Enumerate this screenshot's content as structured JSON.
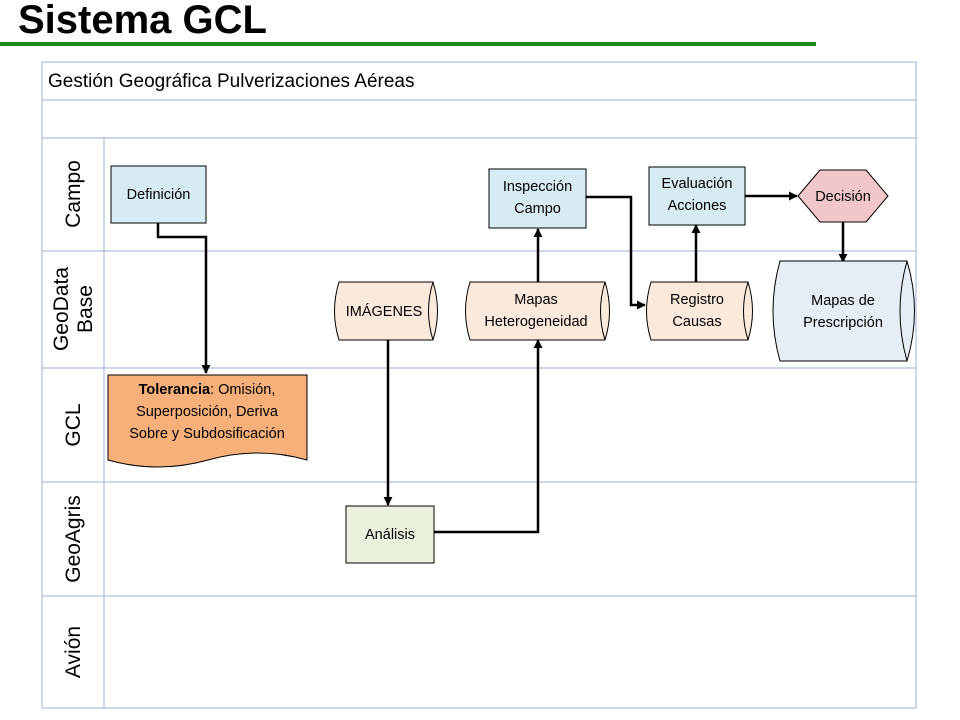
{
  "page": {
    "title": "Sistema GCL"
  },
  "diagram": {
    "header": "Gestión Geográfica Pulverizaciones Aéreas",
    "lanes": [
      {
        "id": "campo",
        "lines": [
          "Campo"
        ]
      },
      {
        "id": "geodata",
        "lines": [
          "GeoData",
          "Base"
        ]
      },
      {
        "id": "gcl",
        "lines": [
          "GCL"
        ]
      },
      {
        "id": "geoagris",
        "lines": [
          "GeoAgris"
        ]
      },
      {
        "id": "avion",
        "lines": [
          "Avión"
        ]
      }
    ],
    "nodes": {
      "definicion": {
        "lines": [
          "Definición"
        ]
      },
      "inspeccion": {
        "lines": [
          "Inspección",
          "Campo"
        ]
      },
      "evaluacion": {
        "lines": [
          "Evaluación",
          "Acciones"
        ]
      },
      "decision": {
        "lines": [
          "Decisión"
        ]
      },
      "imagenes": {
        "lines": [
          "IMÁGENES"
        ]
      },
      "mapas_heterogeneidad": {
        "lines": [
          "Mapas",
          "Heterogeneidad"
        ]
      },
      "registro_causas": {
        "lines": [
          "Registro",
          "Causas"
        ]
      },
      "mapas_prescripcion": {
        "lines": [
          "Mapas de",
          "Prescripción"
        ]
      },
      "tolerancia": {
        "bold": "Tolerancia",
        "rest": ": Omisión,",
        "lines": [
          "Superposición, Deriva",
          "Sobre y Subdosificación"
        ]
      },
      "analisis": {
        "lines": [
          "Análisis"
        ]
      }
    },
    "colors": {
      "grid": "#9ab3d5",
      "process": "#d7ecf2",
      "analysis": "#eaf1dd",
      "cylinder": "#fbe9dc",
      "decision": "#f2c7cb",
      "document": "#f7b07a",
      "prescription": "#e6edf4",
      "title_rule": "#1f8a1f"
    }
  }
}
